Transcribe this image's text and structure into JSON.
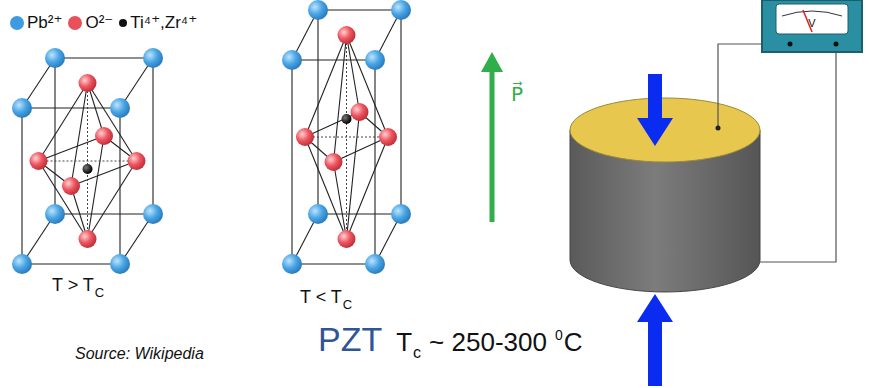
{
  "diagram": {
    "labels": [
      "T > T",
      "C",
      "T < T",
      "C",
      "P⃗",
      "V",
      "Source: Wikipedia",
      "PZT",
      "T",
      "c",
      "~ 250-300",
      "0",
      "C"
    ],
    "legend": [
      {
        "text": "Pb²⁺",
        "color": "#3d9be0"
      },
      {
        "text": "O²⁻",
        "color": "#e8505a"
      },
      {
        "text": "Ti⁴⁺,Zr⁴⁺",
        "color": "#111111"
      }
    ]
  }
}
